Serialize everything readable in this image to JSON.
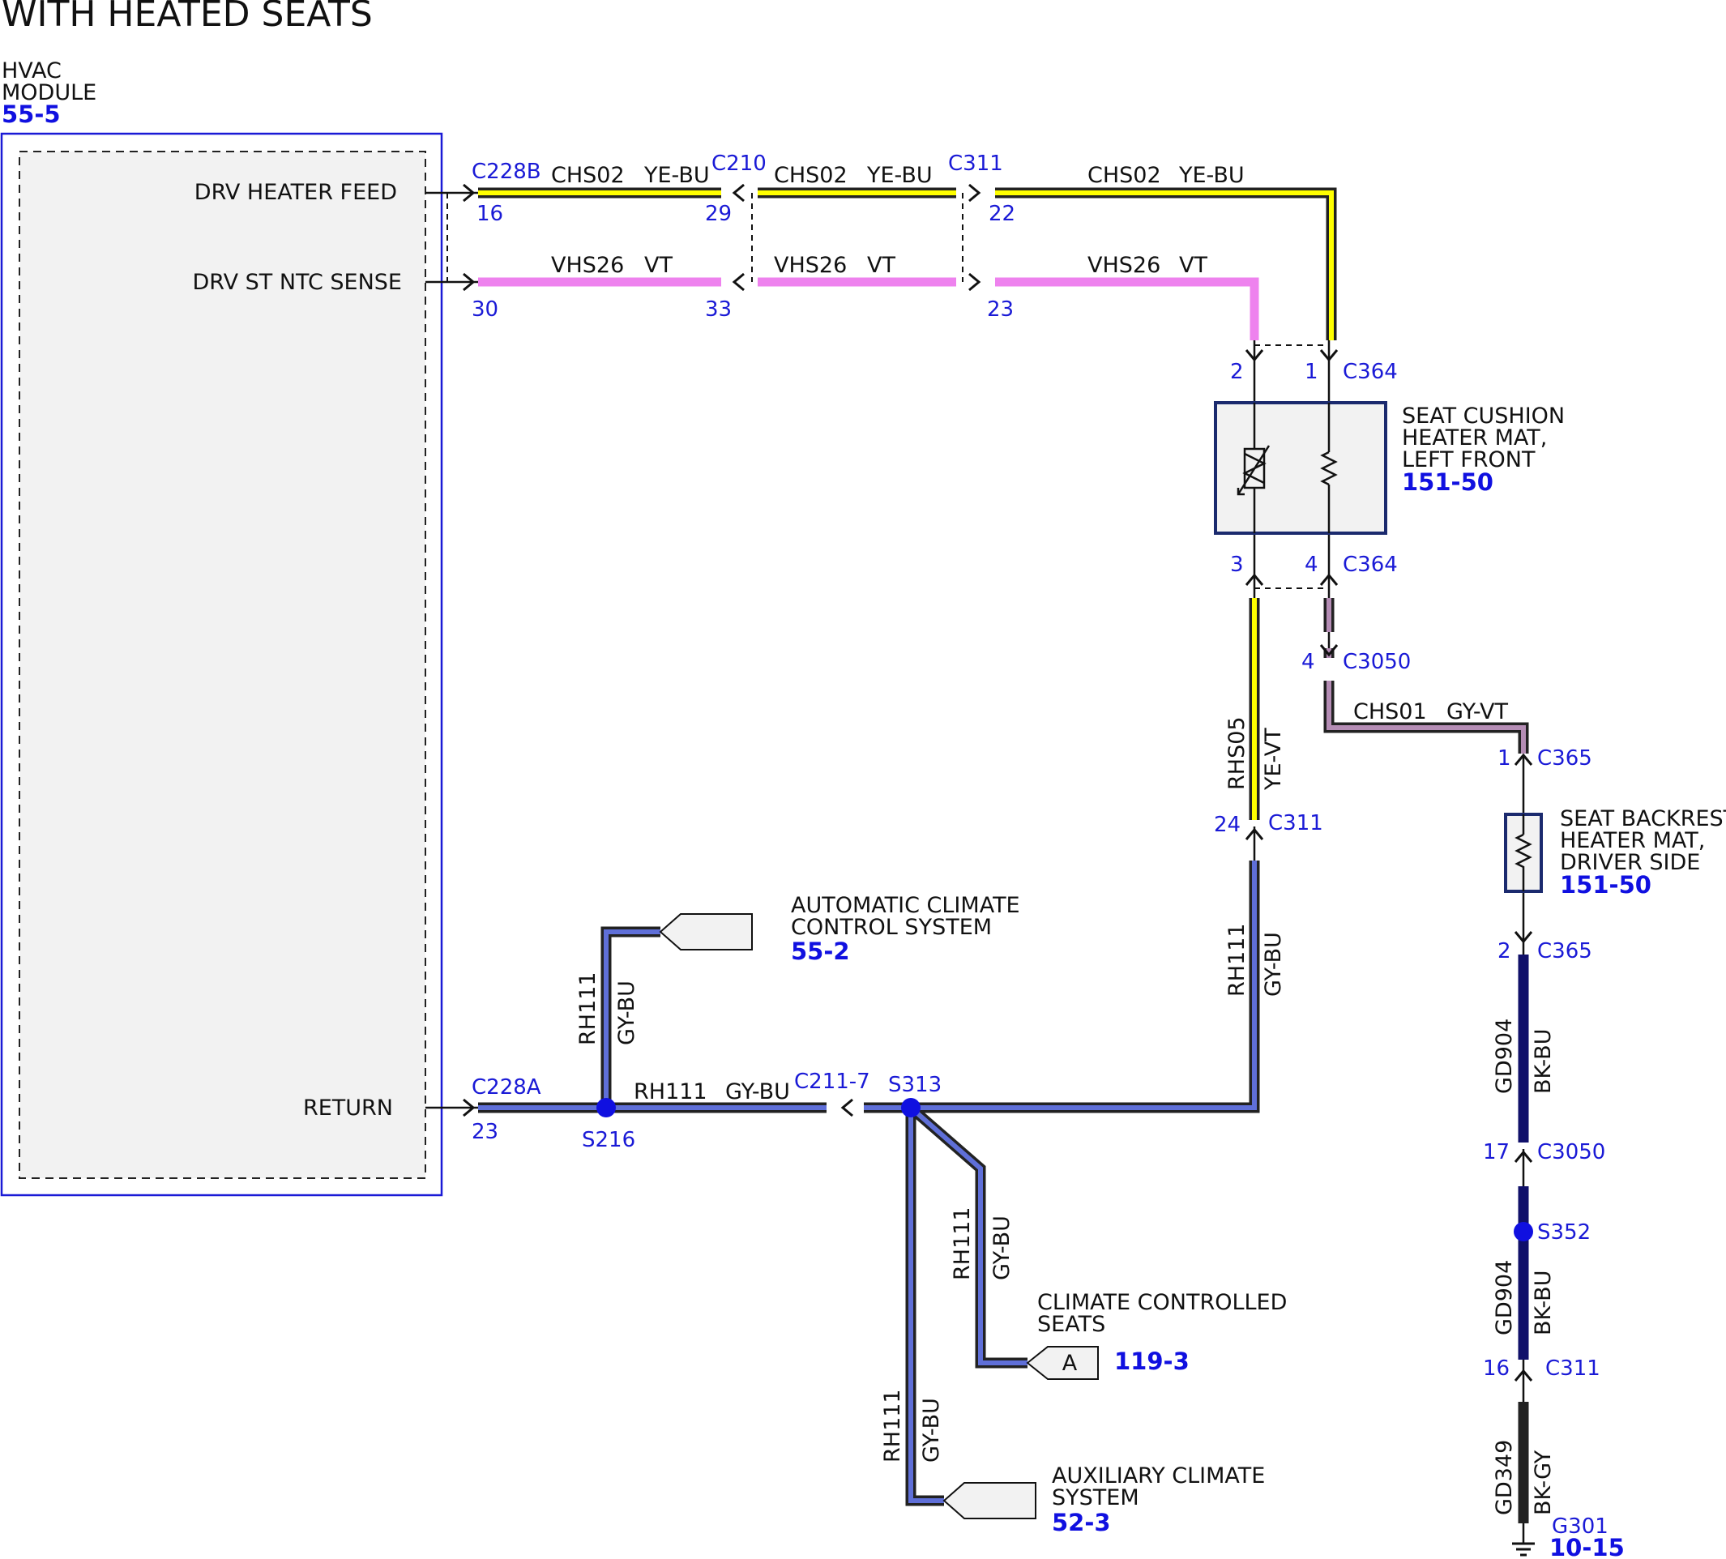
{
  "title": "WITH HEATED SEATS",
  "hvac_module": {
    "name_line1": "HVAC",
    "name_line2": "MODULE",
    "ref": "55-5"
  },
  "pins": {
    "feed": "DRV HEATER FEED",
    "ntc": "DRV ST NTC SENSE",
    "return": "RETURN"
  },
  "connectors": {
    "c228b": "C228B",
    "c210": "C210",
    "c311": "C311",
    "c364": "C364",
    "c3050": "C3050",
    "c365": "C365",
    "c228a": "C228A",
    "c211": "C211-7",
    "s313": "S313",
    "s216": "S216",
    "s352": "S352"
  },
  "pin_numbers": {
    "p16": "16",
    "p29": "29",
    "p22": "22",
    "p30": "30",
    "p33": "33",
    "p23a": "23",
    "p2": "2",
    "p1": "1",
    "p3": "3",
    "p4": "4",
    "p4b": "4",
    "p24": "24",
    "p1c365": "1",
    "p2c365": "2",
    "p17": "17",
    "p16b": "16",
    "p23b": "23"
  },
  "wires": {
    "chs02": "CHS02",
    "ye_bu": "YE-BU",
    "vhs26": "VHS26",
    "vt": "VT",
    "chs01": "CHS01",
    "gy_vt": "GY-VT",
    "rhs05": "RHS05",
    "ye_vt": "YE-VT",
    "rh111": "RH111",
    "gy_bu": "GY-BU",
    "gd904": "GD904",
    "bk_bu": "BK-BU",
    "gd349": "GD349",
    "bk_gy": "BK-GY"
  },
  "components": {
    "cushion": {
      "line1": "SEAT CUSHION",
      "line2": "HEATER MAT,",
      "line3": "LEFT FRONT",
      "ref": "151-50"
    },
    "backrest": {
      "line1": "SEAT BACKREST",
      "line2": "HEATER MAT,",
      "line3": "DRIVER SIDE",
      "ref": "151-50"
    },
    "acc": {
      "line1": "AUTOMATIC CLIMATE",
      "line2": "CONTROL SYSTEM",
      "ref": "55-2"
    },
    "ccs": {
      "line1": "CLIMATE CONTROLLED",
      "line2": "SEATS",
      "connector": "A",
      "ref": "119-3"
    },
    "aux": {
      "line1": "AUXILIARY CLIMATE",
      "line2": "SYSTEM",
      "ref": "52-3"
    },
    "ground": {
      "name": "G301",
      "ref": "10-15"
    }
  },
  "colors": {
    "yellow": "#ffff00",
    "violet": "#ee82ee",
    "gray_violet": "#b58db5",
    "gray_blue": "#5f6fd8",
    "black_blue": "#10106a",
    "black_gray": "#222222",
    "ref_blue": "#1010e0",
    "module_border": "#1a1ad6"
  }
}
